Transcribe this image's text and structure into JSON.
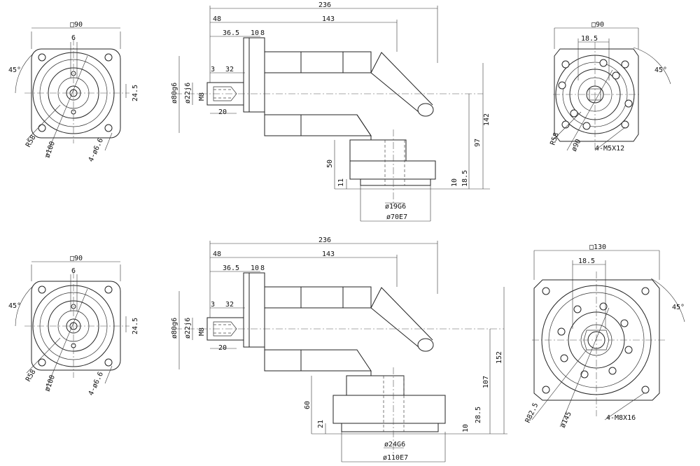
{
  "top": {
    "left_view": {
      "square": "□90",
      "d6": "6",
      "angle": "45°",
      "d245": "24.5",
      "r58": "R58",
      "d100": "ø100",
      "holes": "4-ø6.6"
    },
    "side_view": {
      "len236": "236",
      "len48": "48",
      "len143": "143",
      "len365": "36.5",
      "len10": "10",
      "len8": "8",
      "len3": "3",
      "len32": "32",
      "len20": "20",
      "dia80": "ø80g6",
      "dia22": "ø22j6",
      "m8": "M8",
      "h142": "142",
      "h97": "97",
      "h50": "50",
      "h11": "11",
      "h10": "10",
      "h185": "18.5",
      "bore": "ø19G6",
      "pilot": "ø70E7"
    },
    "right_view": {
      "square": "□90",
      "d185": "18.5",
      "angle": "45°",
      "r58": "R58",
      "d90": "ø90",
      "tapped": "4-M5X12"
    }
  },
  "bottom": {
    "left_view": {
      "square": "□90",
      "d6": "6",
      "angle": "45°",
      "d245": "24.5",
      "r58": "R58",
      "d100": "ø100",
      "holes": "4-ø6.6"
    },
    "side_view": {
      "len236": "236",
      "len48": "48",
      "len143": "143",
      "len365": "36.5",
      "len10": "10",
      "len8": "8",
      "len3": "3",
      "len32": "32",
      "len20": "20",
      "dia80": "ø80g6",
      "dia22": "ø22j6",
      "m8": "M8",
      "h152": "152",
      "h107": "107",
      "h60": "60",
      "h21": "21",
      "h10": "10",
      "h285": "28.5",
      "bore": "ø24G6",
      "pilot": "ø110E7"
    },
    "right_view": {
      "square": "□130",
      "d185": "18.5",
      "angle": "45°",
      "r825": "R82.5",
      "d145": "ø145",
      "tapped": "4-M8X16"
    }
  }
}
